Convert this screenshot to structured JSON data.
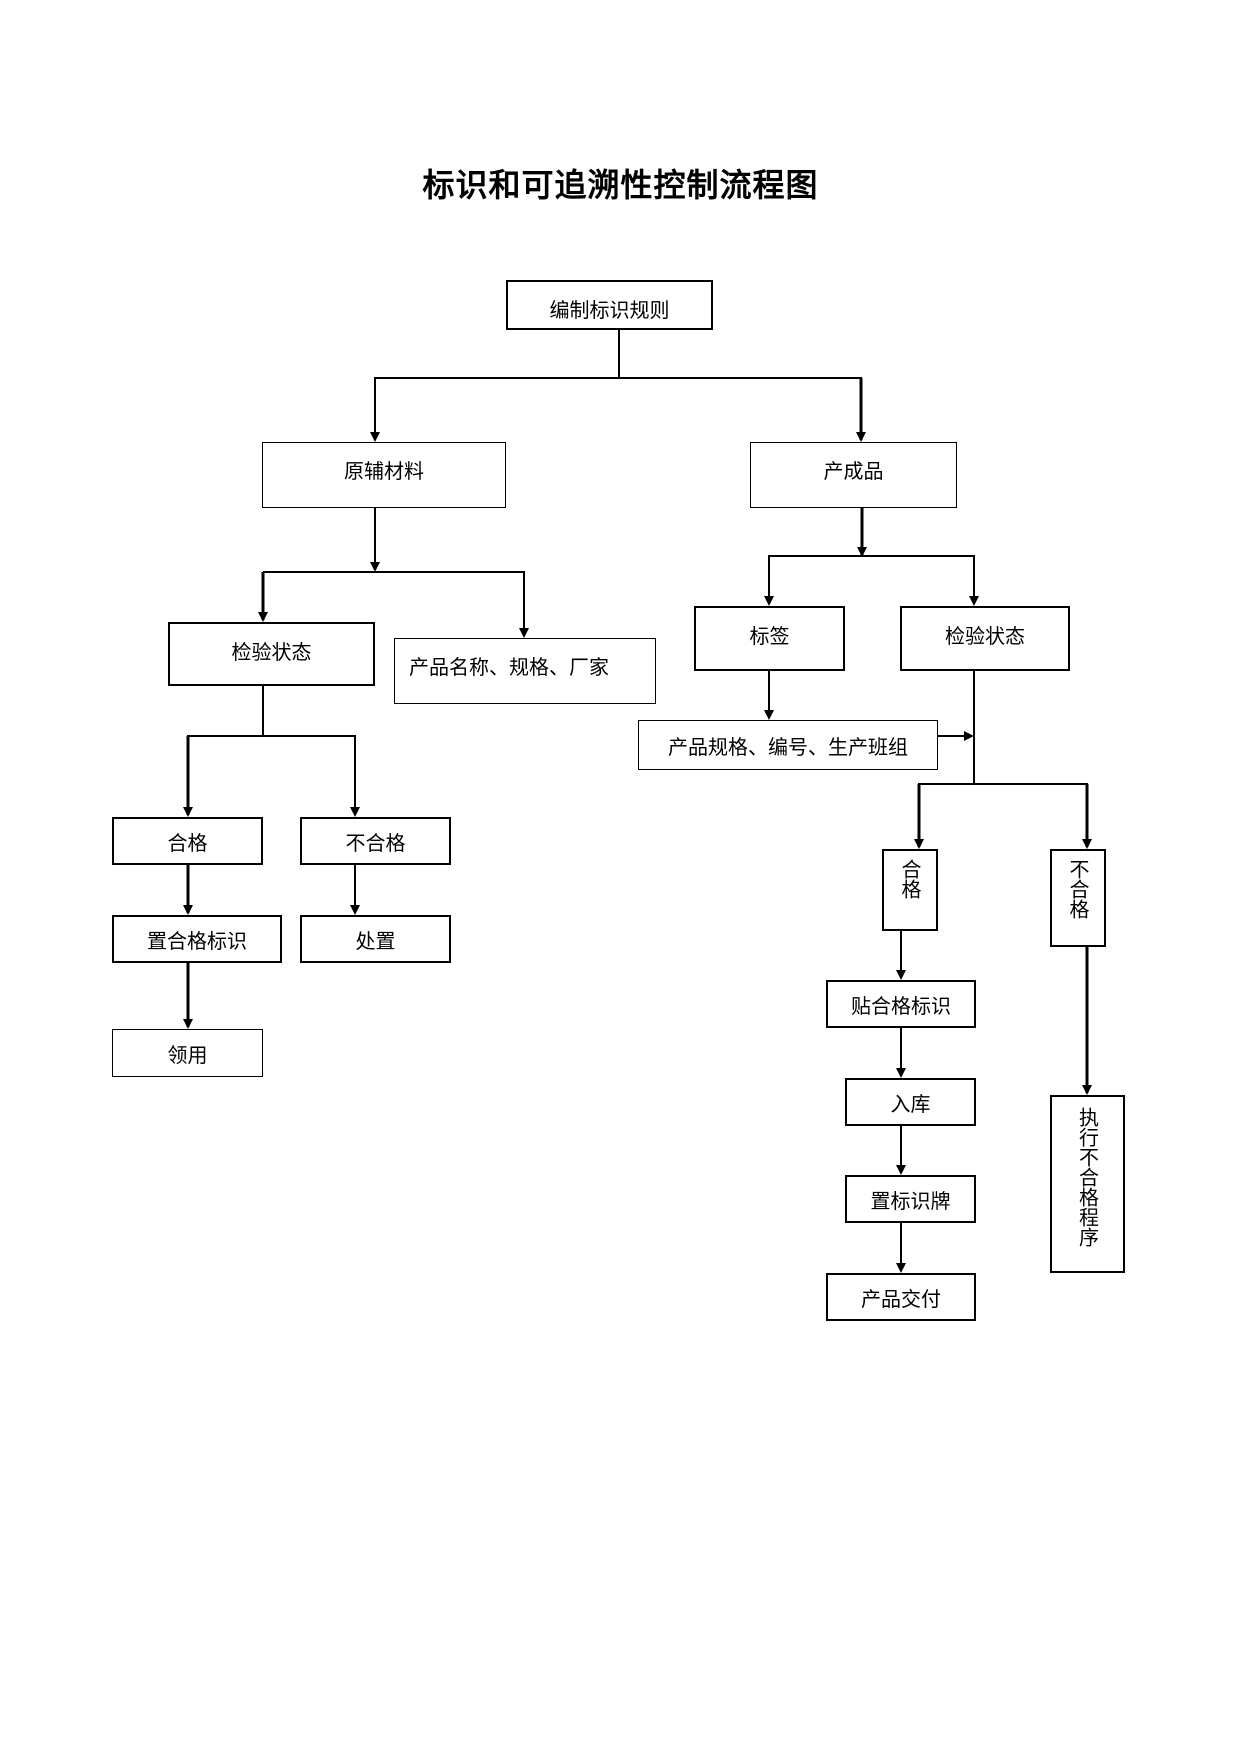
{
  "title": "标识和可追溯性控制流程图",
  "nodes": {
    "rules": "编制标识规则",
    "raw_materials": "原辅材料",
    "finished_products": "产成品",
    "raw_inspection": "检验状态",
    "raw_info": "产品名称、规格、厂家",
    "label": "标签",
    "fp_inspection": "检验状态",
    "fp_info": "产品规格、编号、生产班组",
    "raw_pass": "合格",
    "raw_fail": "不合格",
    "raw_pass_mark": "置合格标识",
    "raw_dispose": "处置",
    "raw_use": "领用",
    "fp_pass": "合格",
    "fp_fail": "不合格",
    "fp_pass_sticker": "贴合格标识",
    "fp_storage": "入库",
    "fp_sign": "置标识牌",
    "fp_delivery": "产品交付",
    "fp_nonconform": "执行不合格程序"
  }
}
